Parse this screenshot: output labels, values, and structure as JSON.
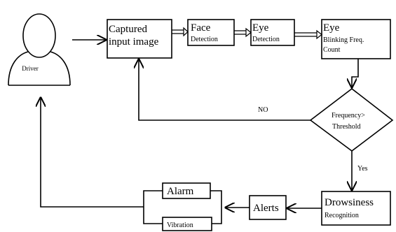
{
  "nodes": {
    "driver": "Driver",
    "captured": [
      "Captured",
      "input image"
    ],
    "face": [
      "Face",
      "Detection"
    ],
    "eye": [
      "Eye",
      "Detection"
    ],
    "blink": [
      "Eye",
      "Blinking Freq.",
      "Count"
    ],
    "decision": [
      "Frequency>",
      "Threshold"
    ],
    "drowsiness": [
      "Drowsiness",
      "Recognition"
    ],
    "alerts": "Alerts",
    "alarm": "Alarm",
    "vibration": "Vibration"
  },
  "edge_labels": {
    "no": "NO",
    "yes": "Yes"
  }
}
